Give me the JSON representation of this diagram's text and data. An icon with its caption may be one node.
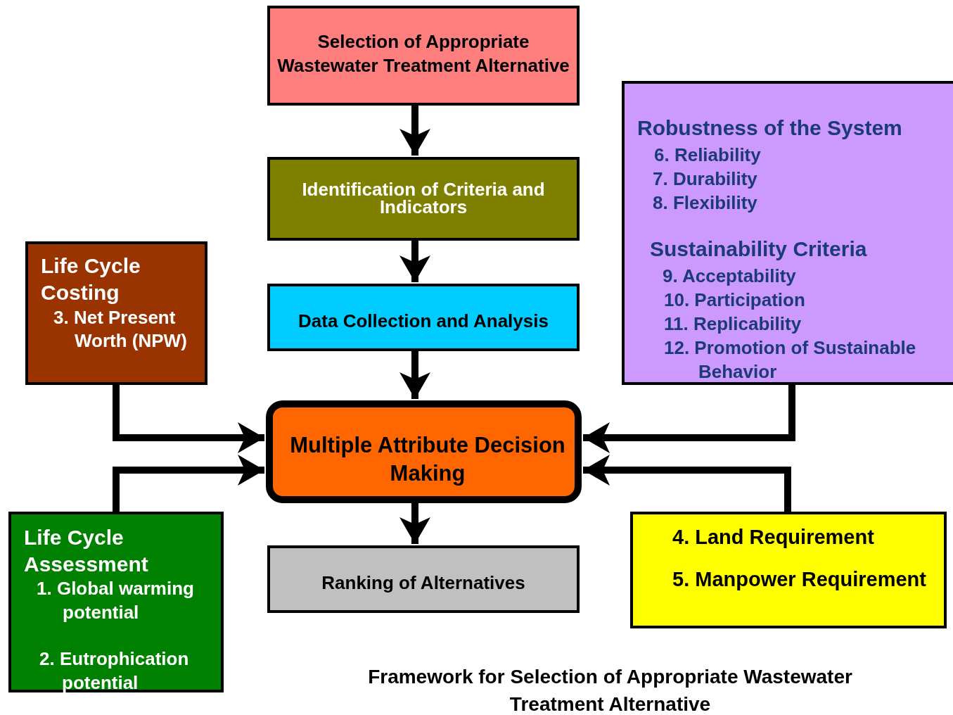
{
  "diagram": {
    "caption": "Framework for Selection of Appropriate Wastewater Treatment Alternative",
    "nodes": [
      {
        "text": [
          "Selection of Appropriate Wastewater Treatment Alternative"
        ]
      },
      {
        "text": [
          "Identification of Criteria and Indicators"
        ]
      },
      {
        "text": [
          "Data Collection and Analysis"
        ]
      },
      {
        "text": [
          "Multiple Attribute Decision Making"
        ]
      },
      {
        "text": [
          "Ranking of Alternatives"
        ]
      },
      {
        "text": [
          "Life Cycle Costing",
          "3. Net Present Worth (NPW)"
        ]
      },
      {
        "text": [
          "Robustness of the System",
          "6. Reliability",
          "7. Durability",
          "8. Flexibility",
          "Sustainability Criteria",
          "9.  Acceptability",
          "10. Participation",
          "11. Replicability",
          "12. Promotion of Sustainable Behavior"
        ]
      },
      {
        "text": [
          "Life Cycle Assessment",
          "1.  Global warming potential",
          "2.  Eutrophication potential"
        ]
      },
      {
        "text": [
          "4.  Land Requirement",
          "5.  Manpower Requirement"
        ]
      }
    ],
    "edges": [
      {
        "from": 0,
        "to": 1,
        "arrow": "to"
      },
      {
        "from": 1,
        "to": 2,
        "arrow": "to"
      },
      {
        "from": 2,
        "to": 3,
        "arrow": "to"
      },
      {
        "from": 3,
        "to": 4,
        "arrow": "to"
      },
      {
        "from": 5,
        "to": 3,
        "arrow": "to"
      },
      {
        "from": 7,
        "to": 3,
        "arrow": "to"
      },
      {
        "from": 6,
        "to": 3,
        "arrow": "to"
      },
      {
        "from": 8,
        "to": 3,
        "arrow": "to"
      }
    ]
  }
}
